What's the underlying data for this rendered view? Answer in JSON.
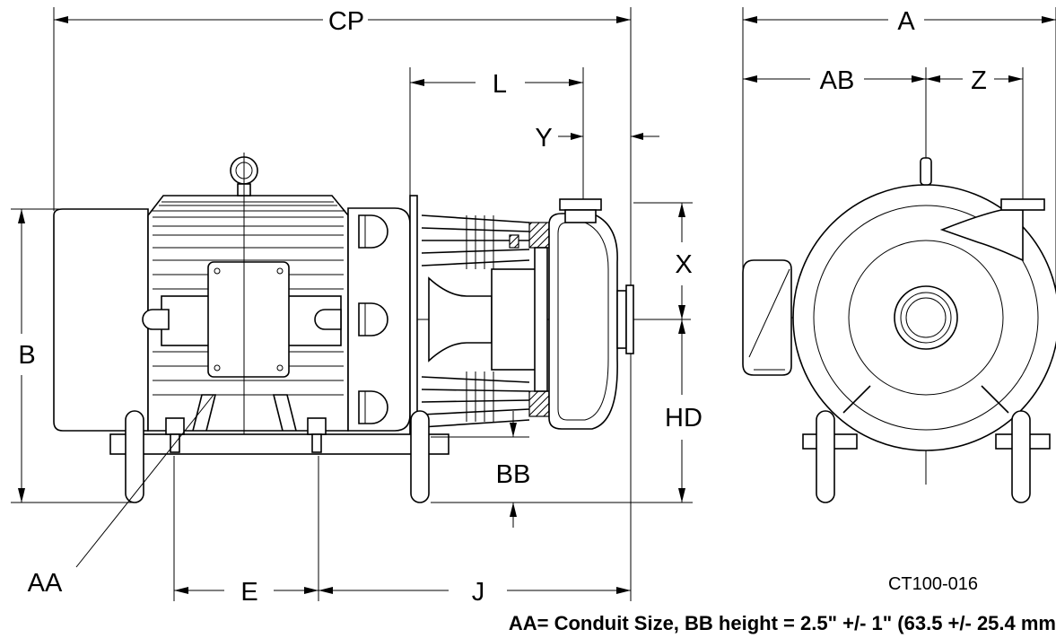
{
  "drawing": {
    "dimensions": {
      "cp": "CP",
      "a": "A",
      "ab": "AB",
      "z": "Z",
      "l": "L",
      "y": "Y",
      "x": "X",
      "b": "B",
      "hd": "HD",
      "bb": "BB",
      "aa": "AA",
      "e": "E",
      "j": "J"
    },
    "drawing_code": "CT100-016",
    "note": "AA= Conduit Size, BB height = 2.5\" +/- 1\" (63.5 +/- 25.4 mm"
  }
}
